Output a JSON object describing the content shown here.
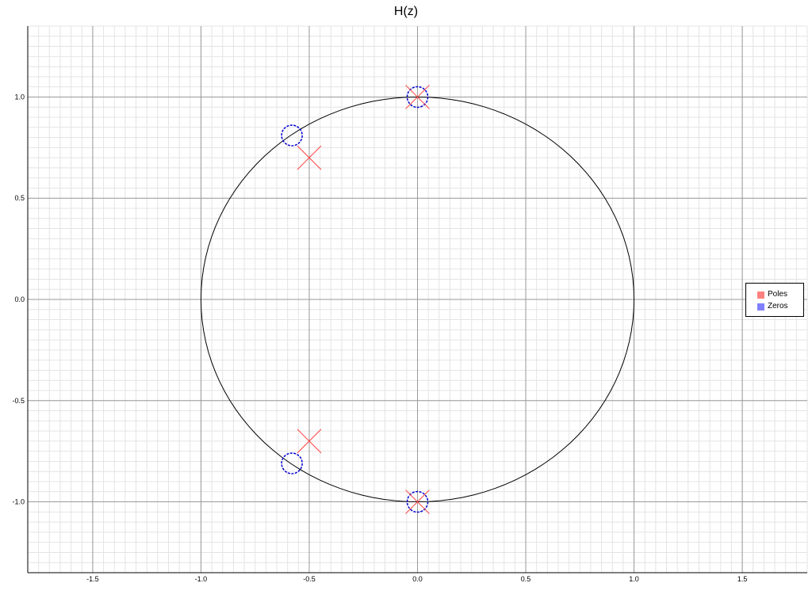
{
  "chart_data": {
    "type": "scatter",
    "title": "H(z)",
    "xlabel": "",
    "ylabel": "",
    "xlim": [
      -1.8,
      1.8
    ],
    "ylim": [
      -1.35,
      1.35
    ],
    "x_ticks": [
      -1.5,
      -1.0,
      -0.5,
      0.0,
      0.5,
      1.0,
      1.5
    ],
    "y_ticks": [
      -1.0,
      -0.5,
      0.0,
      0.5,
      1.0
    ],
    "x_tick_labels": [
      "-1.5",
      "-1.0",
      "-0.5",
      "0.0",
      "0.5",
      "1.0",
      "1.5"
    ],
    "y_tick_labels": [
      "-1.0",
      "-0.5",
      "0.0",
      "0.5",
      "1.0"
    ],
    "grid": true,
    "unit_circle": true,
    "legend_position": "right",
    "series": [
      {
        "name": "Poles",
        "marker": "x",
        "color": "#ff4040",
        "legend_color": "#ff8080",
        "points": [
          [
            0.0,
            1.0
          ],
          [
            0.0,
            -1.0
          ],
          [
            -0.5,
            0.7
          ],
          [
            -0.5,
            -0.7
          ]
        ]
      },
      {
        "name": "Zeros",
        "marker": "o",
        "color": "#0000cc",
        "legend_color": "#8080ff",
        "points": [
          [
            0.0,
            1.0
          ],
          [
            0.0,
            -1.0
          ],
          [
            -0.58,
            0.81
          ],
          [
            -0.58,
            -0.81
          ]
        ]
      }
    ]
  }
}
